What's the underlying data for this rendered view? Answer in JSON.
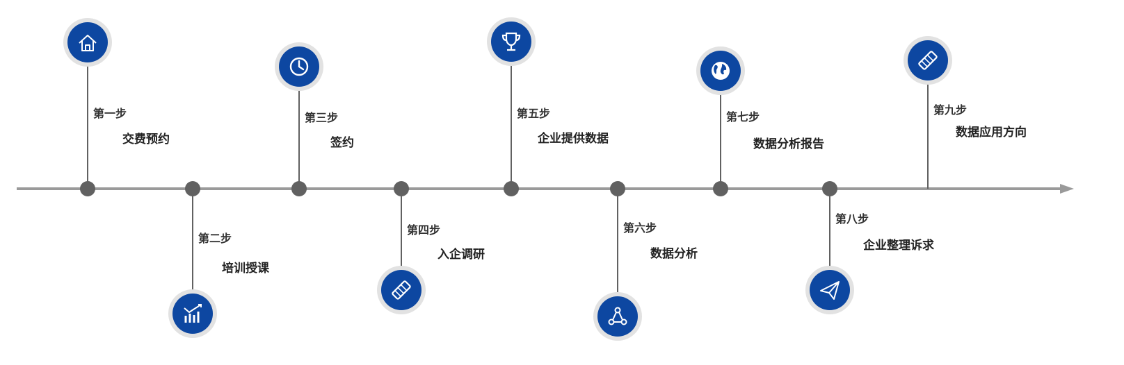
{
  "colors": {
    "accent": "#0d47a1",
    "axis": "#9a9a9a",
    "node": "#616161",
    "ring": "#e2e2e2"
  },
  "steps": [
    {
      "label": "第一步",
      "title": "交费预约",
      "icon": "home-icon",
      "side": "top"
    },
    {
      "label": "第二步",
      "title": "培训授课",
      "icon": "bar-chart-icon",
      "side": "bottom"
    },
    {
      "label": "第三步",
      "title": "签约",
      "icon": "clock-icon",
      "side": "top"
    },
    {
      "label": "第四步",
      "title": "入企调研",
      "icon": "handshake-icon",
      "side": "bottom"
    },
    {
      "label": "第五步",
      "title": "企业提供数据",
      "icon": "trophy-icon",
      "side": "top"
    },
    {
      "label": "第六步",
      "title": "数据分析",
      "icon": "network-icon",
      "side": "bottom"
    },
    {
      "label": "第七步",
      "title": "数据分析报告",
      "icon": "globe-icon",
      "side": "top"
    },
    {
      "label": "第八步",
      "title": "企业整理诉求",
      "icon": "paper-plane-icon",
      "side": "bottom"
    },
    {
      "label": "第九步",
      "title": "数据应用方向",
      "icon": "handshake-icon",
      "side": "top"
    }
  ]
}
